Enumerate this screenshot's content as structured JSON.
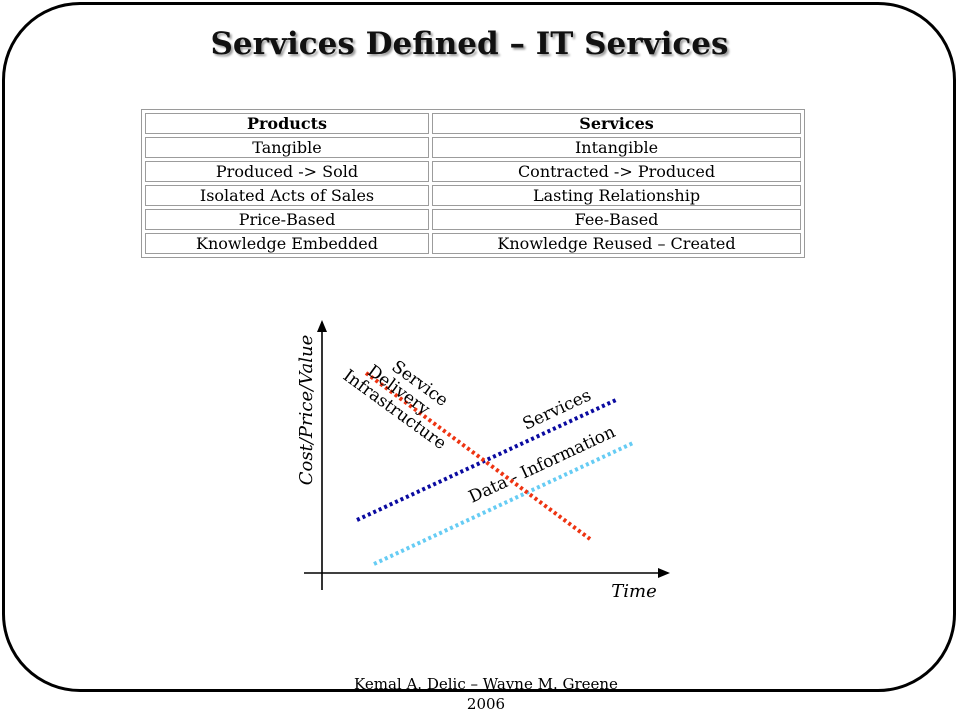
{
  "title": "Services Defined – IT Services",
  "table": {
    "headers": [
      "Products",
      "Services"
    ],
    "rows": [
      [
        "Tangible",
        "Intangible"
      ],
      [
        "Produced -> Sold",
        "Contracted -> Produced"
      ],
      [
        "Isolated Acts of Sales",
        "Lasting Relationship"
      ],
      [
        "Price-Based",
        "Fee-Based"
      ],
      [
        "Knowledge Embedded",
        "Knowledge Reused – Created"
      ]
    ]
  },
  "diagram": {
    "y_axis_label": "Cost/Price/Value",
    "x_axis_label": "Time",
    "lines": {
      "infrastructure": {
        "label_lines": [
          "Service",
          "Delivery",
          "Infrastructure"
        ],
        "color": "#ee3311"
      },
      "services": {
        "label": "Services",
        "color": "#0a0aa0"
      },
      "data_information": {
        "label": "Data - Information",
        "color": "#66ccf4"
      }
    }
  },
  "footer": {
    "authors": "Kemal A. Delic – Wayne M. Greene",
    "year": "2006"
  }
}
